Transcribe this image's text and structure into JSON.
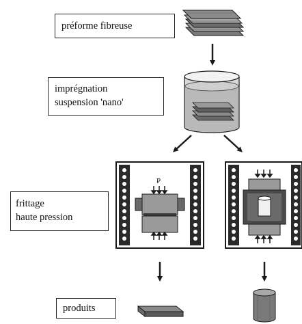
{
  "labels": {
    "fiber_preform": "préforme fibreuse",
    "impregnation_line1": "imprégnation",
    "impregnation_line2": "suspension 'nano'",
    "sintering_line1": "frittage",
    "sintering_line2": "haute pression",
    "products": "produits",
    "pressure_symbol": "P"
  },
  "colors": {
    "stroke": "#1a1a1a",
    "gray_dark": "#5f5f5f",
    "gray_mid": "#8a8a8a",
    "gray_light": "#c9c9c9"
  }
}
